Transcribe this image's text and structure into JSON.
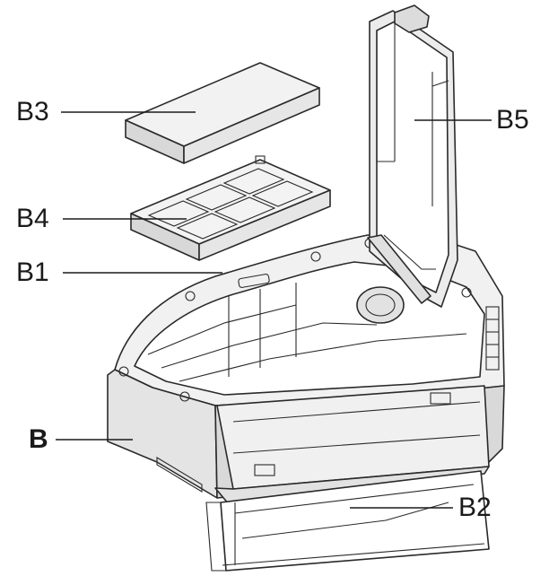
{
  "labels": {
    "b3": "B3",
    "b4": "B4",
    "b1": "B1",
    "b": "B",
    "b5": "B5",
    "b2": "B2"
  },
  "colors": {
    "line": "#1a1a1a",
    "fill_light": "#f4f4f4",
    "fill_mid": "#e6e6e6",
    "fill_dark": "#d2d2d2"
  }
}
